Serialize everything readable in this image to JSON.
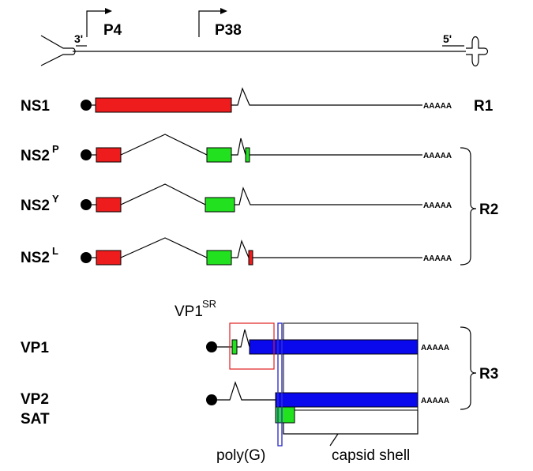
{
  "colors": {
    "red": "#ee1c1c",
    "green": "#22e21f",
    "blue": "#0a09ee",
    "sr_box": "#e02020",
    "polyg_box": "#3333cc"
  },
  "genome": {
    "end_3": "3'",
    "end_5": "5'",
    "promoters": [
      {
        "label": "P4"
      },
      {
        "label": "P38"
      }
    ]
  },
  "poly_a": "AAAAA",
  "transcripts": [
    {
      "name": "NS1",
      "sup": ""
    },
    {
      "name": "NS2",
      "sup": "P"
    },
    {
      "name": "NS2",
      "sup": "Y"
    },
    {
      "name": "NS2",
      "sup": "L"
    },
    {
      "name": "VP1",
      "sup": ""
    },
    {
      "name": "VP2",
      "sup": ""
    }
  ],
  "sat_label": "SAT",
  "rna_groups": [
    "R1",
    "R2",
    "R3"
  ],
  "annotations": {
    "vp1sr": "VP1",
    "vp1sr_sup": "SR",
    "polyg": "poly(G)",
    "capsid": "capsid shell"
  }
}
